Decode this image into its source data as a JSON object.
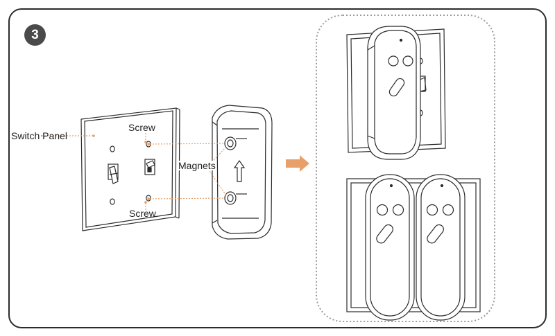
{
  "step": {
    "number": "3"
  },
  "labels": {
    "switch_panel": "Switch Panel",
    "screw_top": "Screw",
    "screw_bottom": "Screw",
    "magnets": "Magnets"
  },
  "colors": {
    "outline": "#2b2b2b",
    "accent_orange": "#e8a06a",
    "step_badge": "#4a4a4a",
    "dotted_border": "#9a9a9a"
  },
  "icons": [
    "arrow-right-icon",
    "arrow-up-icon"
  ]
}
